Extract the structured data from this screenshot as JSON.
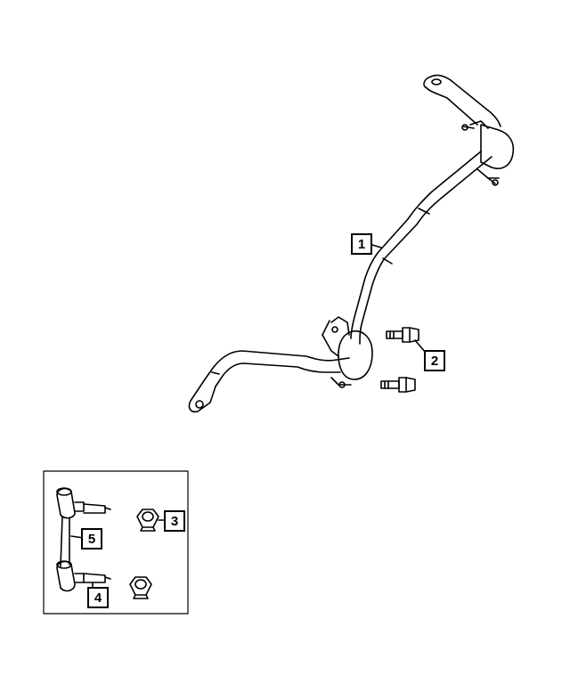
{
  "diagram": {
    "callouts": [
      {
        "id": "c1",
        "label": "1"
      },
      {
        "id": "c2",
        "label": "2"
      },
      {
        "id": "c3",
        "label": "3"
      },
      {
        "id": "c4",
        "label": "4"
      },
      {
        "id": "c5",
        "label": "5"
      }
    ]
  }
}
